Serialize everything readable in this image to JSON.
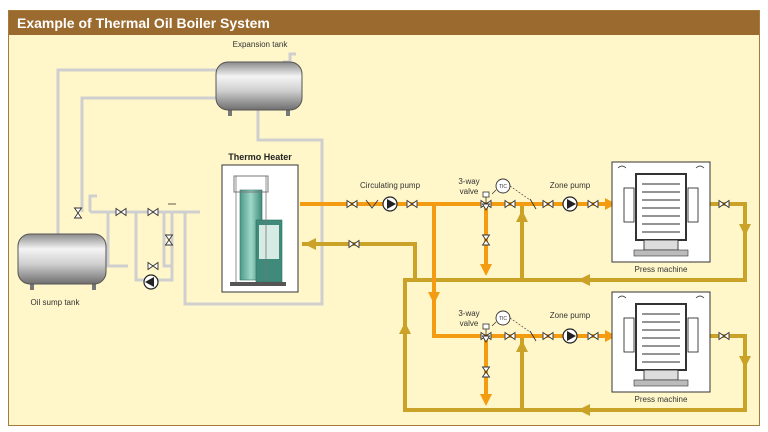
{
  "title": "Example of Thermal Oil Boiler System",
  "labels": {
    "expansion_tank": "Expansion tank",
    "thermo_heater": "Thermo Heater",
    "oil_sump_tank": "Oil sump tank",
    "circulating_pump": "Circulating pump",
    "three_way_valve_line1": "3-way",
    "three_way_valve_line2": "valve",
    "tic": "TIC",
    "zone_pump": "Zone pump",
    "press_machine": "Press machine"
  },
  "colors": {
    "hot_oil": "#f39c12",
    "return_oil": "#c9a227",
    "idle_pipe": "#cfcfcf",
    "title_bar": "#9b6a2f",
    "background": "#fff7c9"
  },
  "icons": [
    "pump-icon",
    "gate-valve-icon",
    "three-way-valve-icon",
    "check-valve-icon",
    "temperature-controller-icon",
    "flow-arrow-icon"
  ]
}
